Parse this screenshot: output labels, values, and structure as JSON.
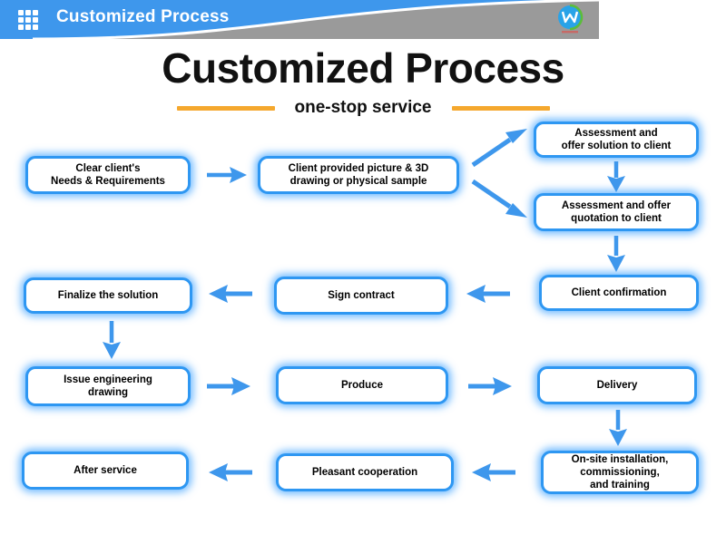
{
  "header": {
    "title": "Customized Process",
    "grid_icon": "grid-menu-icon",
    "logo_icon": "company-logo-icon",
    "bar_color": "#3E97EC",
    "band_color": "#9A9A9A"
  },
  "title_block": {
    "title": "Customized Process",
    "subtitle": "one-stop service",
    "rule_color": "#F5A82E"
  },
  "theme": {
    "box_border": "#2E97F2",
    "arrow_color": "#3E97EC",
    "glow": "#40A3FF",
    "text": "#000000"
  },
  "flow": {
    "nodes": [
      {
        "id": "clear-needs",
        "label": "Clear client's\nNeeds & Requirements"
      },
      {
        "id": "client-provided",
        "label": "Client provided picture & 3D\ndrawing or physical sample"
      },
      {
        "id": "assessment-solution",
        "label": "Assessment and\noffer solution to client"
      },
      {
        "id": "assessment-quotation",
        "label": "Assessment and offer\nquotation to client"
      },
      {
        "id": "client-confirmation",
        "label": "Client confirmation"
      },
      {
        "id": "sign-contract",
        "label": "Sign contract"
      },
      {
        "id": "finalize-solution",
        "label": "Finalize the solution"
      },
      {
        "id": "issue-drawing",
        "label": "Issue engineering\ndrawing"
      },
      {
        "id": "produce",
        "label": "Produce"
      },
      {
        "id": "delivery",
        "label": "Delivery"
      },
      {
        "id": "onsite-installation",
        "label": "On-site installation,\ncommissioning,\nand training"
      },
      {
        "id": "pleasant-cooperation",
        "label": "Pleasant cooperation"
      },
      {
        "id": "after-service",
        "label": "After service"
      }
    ],
    "connectors": [
      {
        "id": "clear-needs-to-client-provided",
        "direction": "right"
      },
      {
        "id": "client-provided-to-assessment-solution",
        "direction": "up-right"
      },
      {
        "id": "client-provided-to-assessment-quotation",
        "direction": "down-right"
      },
      {
        "id": "assessment-solution-to-assessment-quotation",
        "direction": "down"
      },
      {
        "id": "assessment-quotation-to-client-confirmation",
        "direction": "down"
      },
      {
        "id": "client-confirmation-to-sign-contract",
        "direction": "left"
      },
      {
        "id": "sign-contract-to-finalize-solution",
        "direction": "left"
      },
      {
        "id": "finalize-solution-to-issue-drawing",
        "direction": "down"
      },
      {
        "id": "issue-drawing-to-produce",
        "direction": "right"
      },
      {
        "id": "produce-to-delivery",
        "direction": "right"
      },
      {
        "id": "delivery-to-onsite-installation",
        "direction": "down"
      },
      {
        "id": "onsite-installation-to-pleasant-cooperation",
        "direction": "left"
      },
      {
        "id": "pleasant-cooperation-to-after-service",
        "direction": "left"
      }
    ]
  }
}
